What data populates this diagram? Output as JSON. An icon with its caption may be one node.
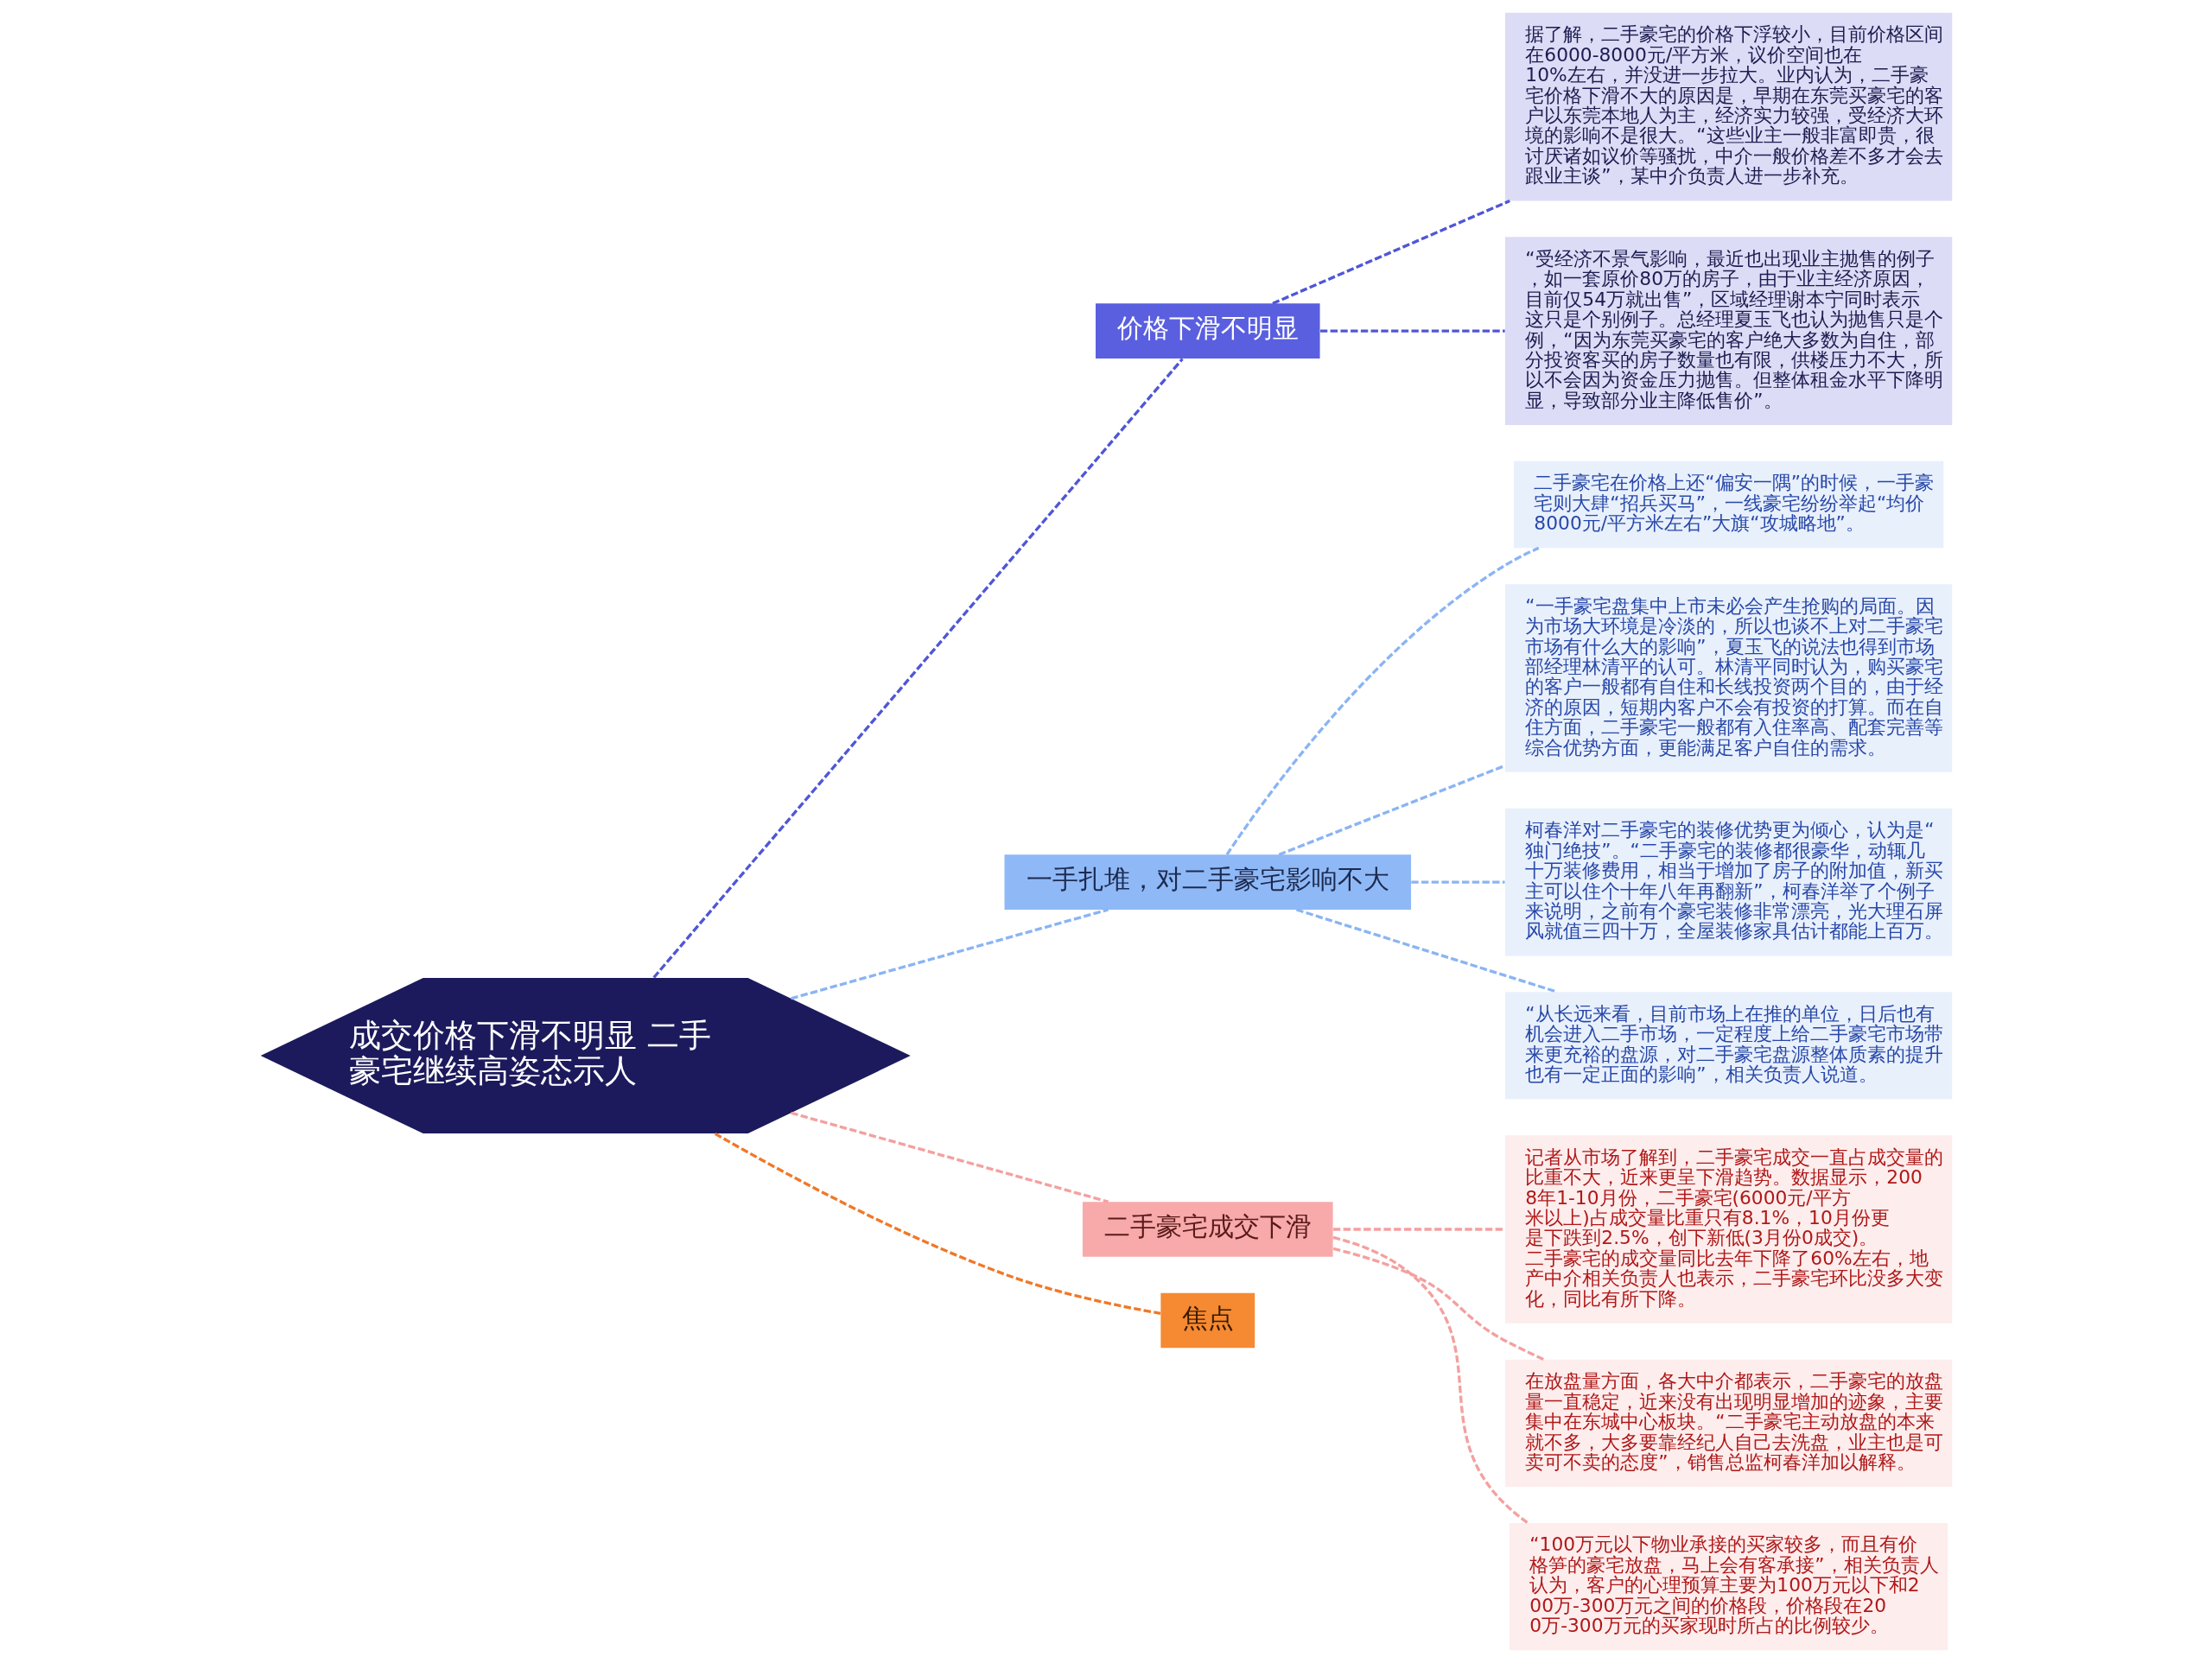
{
  "diagram": {
    "nodes": [
      {
        "text": [
          "成交价格下滑不明显 二手豪宅继续高姿态示人"
        ]
      },
      {
        "text": [
          "价格下滑不明显"
        ]
      },
      {
        "text": [
          "据了解，二手豪宅的价格下浮较小，目前价格区间在6000-8000元/平方米，议价空间也在10%左右，并没进一步拉大。业内认为，二手豪宅价格下滑不大的原因是，早期在东莞买豪宅的客户以东莞本地人为主，经济实力较强，受经济大环境的影响不是很大。“这些业主一般非富即贵，很讨厌诸如议价等骚扰，中介一般价格差不多才会去跟业主谈”，某中介负责人进一步补充。"
        ]
      },
      {
        "text": [
          "“受经济不景气影响，最近也出现业主抛售的例子，如一套原价80万的房子，由于业主经济原因，目前仅54万就出售”，区域经理谢本宁同时表示这只是个别例子。总经理夏玉飞也认为抛售只是个例，“因为东莞买豪宅的客户绝大多数为自住，部分投资客买的房子数量也有限，供楼压力不大，所以不会因为资金压力抛售。但整体租金水平下降明显，导致部分业主降低售价”。"
        ]
      },
      {
        "text": [
          "一手扎堆，对二手豪宅影响不大"
        ]
      },
      {
        "text": [
          "二手豪宅在价格上还“偏安一隅”的时候，一手豪宅则大肆“招兵买马”，一线豪宅纷纷举起“均价8000元/平方米左右”大旗“攻城略地”。"
        ]
      },
      {
        "text": [
          "“一手豪宅盘集中上市未必会产生抢购的局面。因为市场大环境是冷淡的，所以也谈不上对二手豪宅市场有什么大的影响”，夏玉飞的说法也得到市场部经理林清平的认可。林清平同时认为，购买豪宅的客户一般都有自住和长线投资两个目的，由于经济的原因，短期内客户不会有投资的打算。而在自住方面，二手豪宅一般都有入住率高、配套完善等综合优势方面，更能满足客户自住的需求。"
        ]
      },
      {
        "text": [
          "柯春洋对二手豪宅的装修优势更为倾心，认为是“独门绝技”。“二手豪宅的装修都很豪华，动辄几十万装修费用，相当于增加了房子的附加值，新买主可以住个十年八年再翻新”，柯春洋举了个例子来说明，之前有个豪宅装修非常漂亮，光大理石屏风就值三四十万，全屋装修家具估计都能上百万。"
        ]
      },
      {
        "text": [
          "“从长远来看，目前市场上在推的单位，日后也有机会进入二手市场，一定程度上给二手豪宅市场带来更充裕的盘源，对二手豪宅盘源整体质素的提升也有一定正面的影响”，相关负责人说道。"
        ]
      },
      {
        "text": [
          "二手豪宅成交下滑"
        ]
      },
      {
        "text": [
          "记者从市场了解到，二手豪宅成交一直占成交量的比重不大，近来更呈下滑趋势。数据显示，2008年1-10月份，二手豪宅(6000元/平方米以上)占成交量比重只有8.1%，10月份更是下跌到2.5%，创下新低(3月份0成交)。二手豪宅的成交量同比去年下降了60%左右，地产中介相关负责人也表示，二手豪宅环比没多大变化，同比有所下降。"
        ]
      },
      {
        "text": [
          "在放盘量方面，各大中介都表示，二手豪宅的放盘量一直稳定，近来没有出现明显增加的迹象，主要集中在东城中心板块。“二手豪宅主动放盘的本来就不多，大多要靠经纪人自己去洗盘，业主也是可卖可不卖的态度”，销售总监柯春洋加以解释。"
        ]
      },
      {
        "text": [
          "“100万元以下物业承接的买家较多，而且有价格笋的豪宅放盘，马上会有客承接”，相关负责人认为，客户的心理预算主要为100万元以下和200万-300万元之间的价格段，价格段在200万-300万元的买家现时所占的比例较少。"
        ]
      },
      {
        "text": [
          "焦点"
        ]
      }
    ],
    "edges": [
      {
        "from": 0,
        "to": 1,
        "arrow": "none",
        "style": "dashed",
        "color": "#4f56d6"
      },
      {
        "from": 1,
        "to": 2,
        "arrow": "none",
        "style": "dashed",
        "color": "#4f56d6"
      },
      {
        "from": 1,
        "to": 3,
        "arrow": "none",
        "style": "dashed",
        "color": "#4f56d6"
      },
      {
        "from": 0,
        "to": 4,
        "arrow": "none",
        "style": "dashed",
        "color": "#8ab4f4"
      },
      {
        "from": 4,
        "to": 5,
        "arrow": "none",
        "style": "dashed",
        "color": "#8ab4f4"
      },
      {
        "from": 4,
        "to": 6,
        "arrow": "none",
        "style": "dashed",
        "color": "#8ab4f4"
      },
      {
        "from": 4,
        "to": 7,
        "arrow": "none",
        "style": "dashed",
        "color": "#8ab4f4"
      },
      {
        "from": 4,
        "to": 8,
        "arrow": "none",
        "style": "dashed",
        "color": "#8ab4f4"
      },
      {
        "from": 0,
        "to": 9,
        "arrow": "none",
        "style": "dashed",
        "color": "#f4a0a0"
      },
      {
        "from": 9,
        "to": 10,
        "arrow": "none",
        "style": "dashed",
        "color": "#f4a0a0"
      },
      {
        "from": 9,
        "to": 11,
        "arrow": "none",
        "style": "dashed",
        "color": "#f4a0a0"
      },
      {
        "from": 9,
        "to": 12,
        "arrow": "none",
        "style": "dashed",
        "color": "#f4a0a0"
      },
      {
        "from": 0,
        "to": 13,
        "arrow": "none",
        "style": "dashed",
        "color": "#f07828"
      }
    ]
  }
}
